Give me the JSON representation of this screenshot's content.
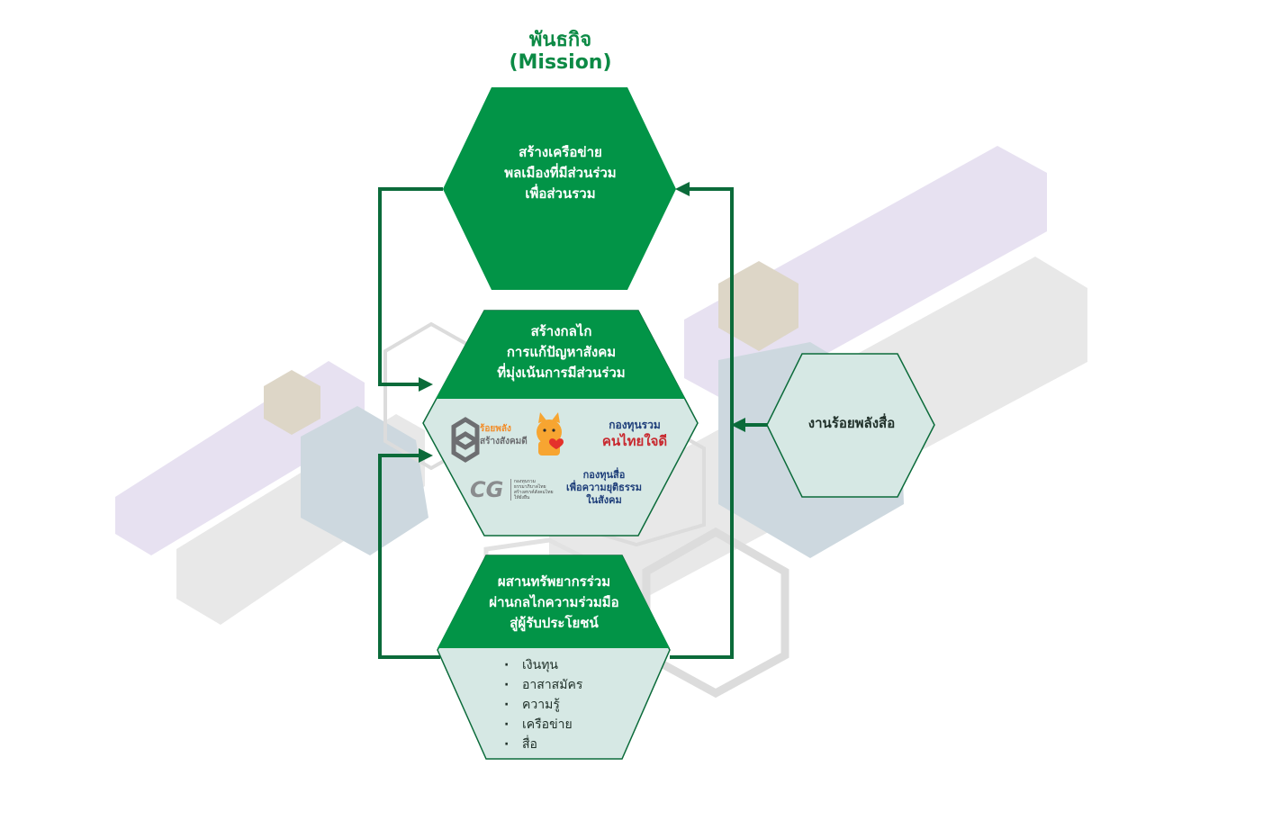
{
  "title": {
    "line1": "พันธกิจ",
    "line2": "(Mission)"
  },
  "top_hex": {
    "lines": [
      "สร้างเครือข่าย",
      "พลเมืองที่มีส่วนร่วม",
      "เพื่อส่วนรวม"
    ]
  },
  "middle_hex": {
    "header_lines": [
      "สร้างกลไก",
      "การแก้ปัญหาสังคม",
      "ที่มุ่งเน้นการมีส่วนร่วม"
    ]
  },
  "logos": {
    "roiphalang": [
      "ร้อยพลัง",
      "สร้างสังคมดี"
    ],
    "thaihealth_fund": [
      "กองทุนรวม",
      "คนไทยใจดี"
    ],
    "cg": {
      "mark": "CG",
      "text": [
        "กองทุนรวม",
        "ธรรมาภิบาลไทย",
        "สร้างสรรค์สังคมไทย",
        "ให้ยั่งยืน"
      ]
    },
    "media_fund": [
      "กองทุนสื่อ",
      "เพื่อความยุติธรรม",
      "ในสังคม"
    ]
  },
  "bottom_hex": {
    "header_lines": [
      "ผสานทรัพยากรร่วม",
      "ผ่านกลไกความร่วมมือ",
      "สู่ผู้รับประโยชน์"
    ],
    "resources": [
      "เงินทุน",
      "อาสาสมัคร",
      "ความรู้",
      "เครือข่าย",
      "สื่อ"
    ]
  },
  "side_hex": {
    "label": "งานร้อยพลังสื่อ"
  },
  "colors": {
    "green": "#029447",
    "dark_green": "#0b6b3a",
    "light_fill": "#d6e8e4",
    "arrow": "#0b6b3a"
  }
}
